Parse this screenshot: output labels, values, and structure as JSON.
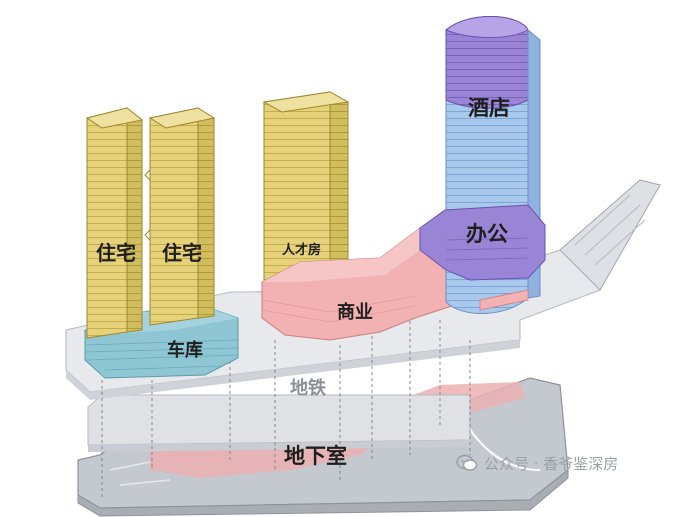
{
  "labels": {
    "residential_1": "住宅",
    "residential_2": "住宅",
    "talent_housing": "人才房",
    "hotel": "酒店",
    "office": "办公",
    "garage": "车库",
    "commercial": "商业",
    "metro": "地铁",
    "basement": "地下室"
  },
  "watermark": {
    "text": "公众号 · 香爷鉴深房"
  },
  "colors": {
    "residential": "#e5d27a",
    "garage": "#8ec6d3",
    "commercial": "#f2b1b2",
    "office": "#a9c9ec",
    "hotel": "#9a84d6",
    "slab": "#dfe1e5",
    "basement": "#c4c8cf"
  }
}
